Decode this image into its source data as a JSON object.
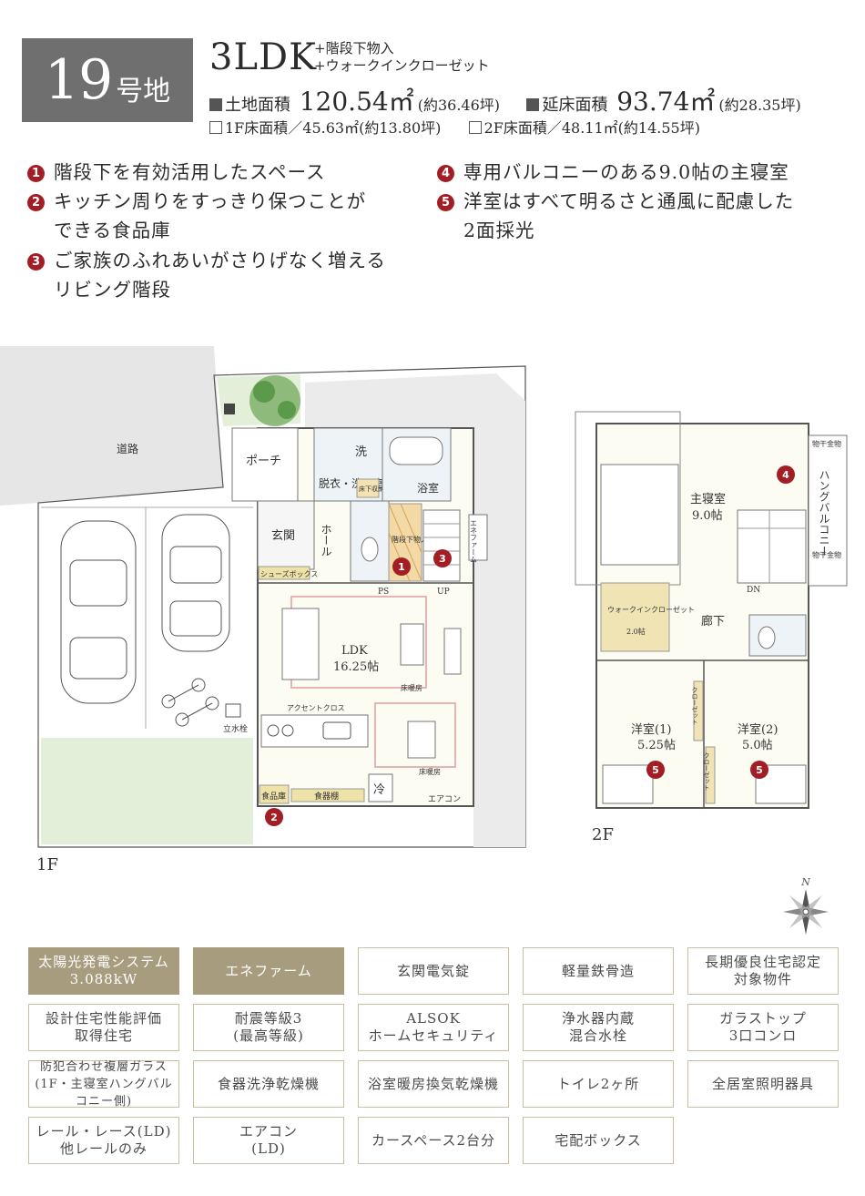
{
  "header": {
    "lot_number": "19",
    "lot_unit": "号地",
    "layout": "3LDK",
    "extras": [
      "+階段下物入",
      "+ウォークインクローゼット"
    ],
    "land_area": {
      "label": "土地面積",
      "value": "120.54㎡",
      "note": "(約36.46坪)"
    },
    "floor_area": {
      "label": "延床面積",
      "value": "93.74㎡",
      "note": "(約28.35坪)"
    },
    "floor1_area": "1F床面積／45.63㎡(約13.80坪)",
    "floor2_area": "2F床面積／48.11㎡(約14.55坪)"
  },
  "features": [
    {
      "num": "1",
      "lines": [
        "階段下を有効活用したスペース"
      ]
    },
    {
      "num": "2",
      "lines": [
        "キッチン周りをすっきり保つことが",
        "できる食品庫"
      ]
    },
    {
      "num": "3",
      "lines": [
        "ご家族のふれあいがさりげなく増える",
        "リビング階段"
      ]
    },
    {
      "num": "4",
      "lines": [
        "専用バルコニーのある9.0帖の主寝室"
      ]
    },
    {
      "num": "5",
      "lines": [
        "洋室はすべて明るさと通風に配慮した",
        "2面採光"
      ]
    }
  ],
  "plan": {
    "road": "道路",
    "porch": "ポーチ",
    "entrance": "玄関",
    "shoe_box": "シューズボックス",
    "hall": "ホール",
    "washroom": "脱衣・洗面室",
    "wash_mark": "洗",
    "bath": "浴室",
    "underfloor": "床下収納",
    "understair": "階段下物入",
    "ps": "PS",
    "up": "UP",
    "enefarm": "エネファーム",
    "ldk": "LDK",
    "ldk_size": "16.25帖",
    "floor_heating": "床暖房",
    "floor_heating2": "床暖房",
    "accent_cross": "アクセントクロス",
    "pantry": "食品庫",
    "cupboard": "食器棚",
    "fridge": "冷",
    "aircon": "エアコン",
    "water_tap": "立水栓",
    "label_1f": "1F",
    "master": "主寝室",
    "master_size": "9.0帖",
    "hang_balcony": "ハングバルコニー",
    "laundry1": "物干金物",
    "laundry2": "物干金物",
    "dn": "DN",
    "walkin": "ウォークインクローゼット",
    "walkin_size": "2.0帖",
    "corridor": "廊下",
    "room1": "洋室(1)",
    "room1_size": "5.25帖",
    "room2": "洋室(2)",
    "room2_size": "5.0帖",
    "closet1": "クローゼット",
    "closet2": "クローゼット",
    "label_2f": "2F",
    "marker_1": "1",
    "marker_2": "2",
    "marker_3": "3",
    "marker_4": "4",
    "marker_5a": "5",
    "marker_5b": "5",
    "compass_n": "N"
  },
  "amenities": [
    {
      "label": "太陽光発電システム\n3.088kW",
      "highlight": true
    },
    {
      "label": "エネファーム",
      "highlight": true
    },
    {
      "label": "玄関電気錠",
      "highlight": false
    },
    {
      "label": "軽量鉄骨造",
      "highlight": false
    },
    {
      "label": "長期優良住宅認定\n対象物件",
      "highlight": false
    },
    {
      "label": "設計住宅性能評価\n取得住宅",
      "highlight": false
    },
    {
      "label": "耐震等級3\n(最高等級)",
      "highlight": false
    },
    {
      "label": "ALSOK\nホームセキュリティ",
      "highlight": false
    },
    {
      "label": "浄水器内蔵\n混合水栓",
      "highlight": false
    },
    {
      "label": "ガラストップ\n3口コンロ",
      "highlight": false
    },
    {
      "label": "防犯合わせ複層ガラス\n(1F・主寝室ハングバルコニー側)",
      "highlight": false
    },
    {
      "label": "食器洗浄乾燥機",
      "highlight": false
    },
    {
      "label": "浴室暖房換気乾燥機",
      "highlight": false
    },
    {
      "label": "トイレ2ヶ所",
      "highlight": false
    },
    {
      "label": "全居室照明器具",
      "highlight": false
    },
    {
      "label": "レール・レース(LD)\n他レールのみ",
      "highlight": false
    },
    {
      "label": "エアコン\n(LD)",
      "highlight": false
    },
    {
      "label": "カースペース2台分",
      "highlight": false
    },
    {
      "label": "宅配ボックス",
      "highlight": false
    }
  ],
  "colors": {
    "badge": "#6f6f6f",
    "marker": "#a31e24",
    "amenity_highlight": "#a79c7e",
    "lawn": "#e4efd9",
    "gravel": "#ebebeb",
    "stair_hatch": "#f3d9a6"
  }
}
